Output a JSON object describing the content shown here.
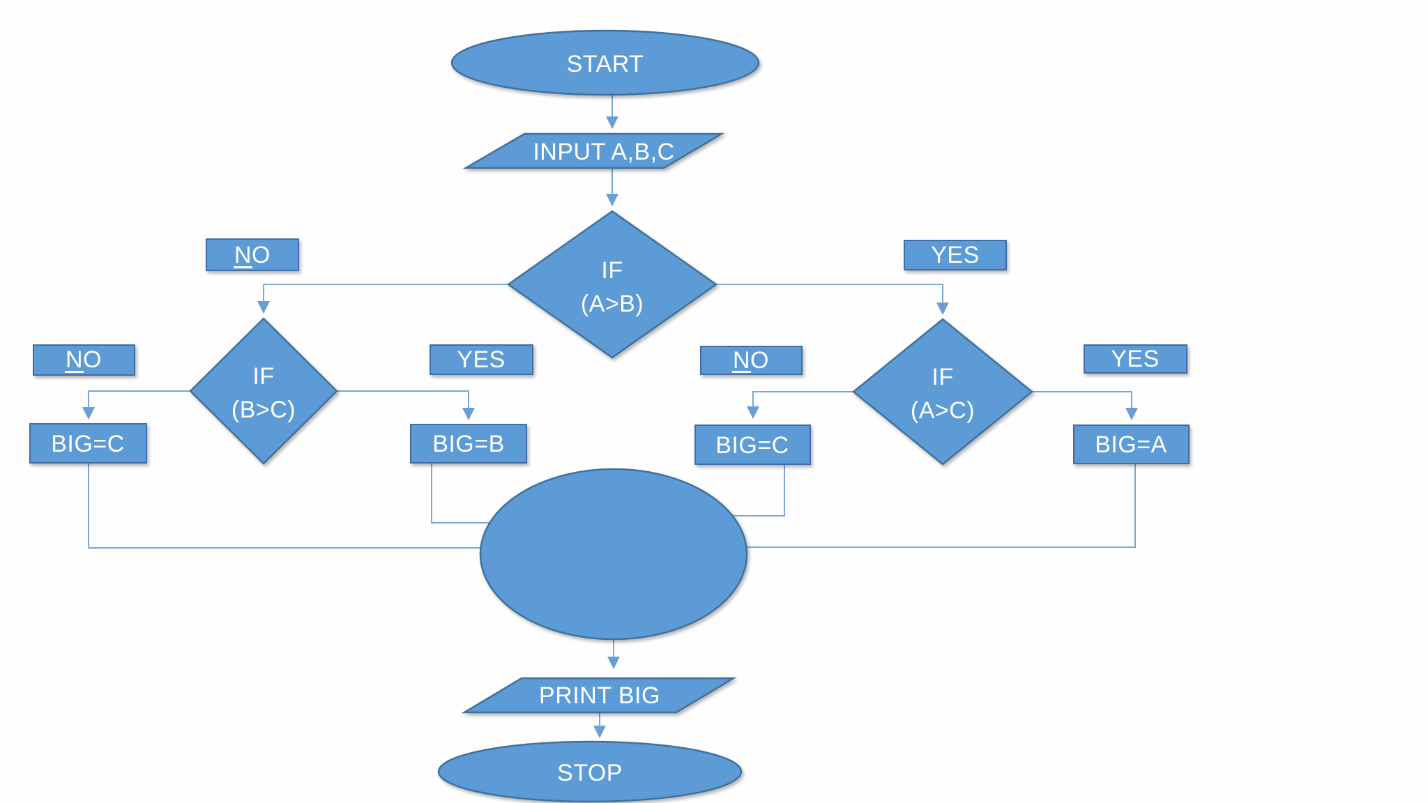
{
  "diagram": {
    "type": "flowchart",
    "nodes": {
      "start": {
        "label": "START",
        "shape": "ellipse"
      },
      "input": {
        "label": "INPUT A,B,C",
        "shape": "parallelogram"
      },
      "if_ab": {
        "keyword": "IF",
        "condition": "(A>B)",
        "shape": "diamond"
      },
      "if_bc": {
        "keyword": "IF",
        "condition": "(B>C)",
        "shape": "diamond"
      },
      "if_ac": {
        "keyword": "IF",
        "condition": "(A>C)",
        "shape": "diamond"
      },
      "assign_big_c_left": {
        "label": "BIG=C",
        "shape": "rectangle"
      },
      "assign_big_b": {
        "label": "BIG=B",
        "shape": "rectangle"
      },
      "assign_big_c_right": {
        "label": "BIG=C",
        "shape": "rectangle"
      },
      "assign_big_a": {
        "label": "BIG=A",
        "shape": "rectangle"
      },
      "merge": {
        "label": "",
        "shape": "ellipse"
      },
      "print_big": {
        "label": "PRINT BIG",
        "shape": "parallelogram"
      },
      "stop": {
        "label": "STOP",
        "shape": "ellipse"
      }
    },
    "branch_labels": {
      "ab_no": "NO",
      "ab_yes": "YES",
      "bc_no": "NO",
      "bc_yes": "YES",
      "ac_no": "NO",
      "ac_yes": "YES"
    },
    "colors": {
      "shape_fill": "#5b9bd5",
      "shape_border": "#41719c",
      "connector": "#7aa6d8",
      "arrowhead": "#6b9fd4",
      "text": "#ffffff",
      "background": "#fdfdfd"
    }
  }
}
